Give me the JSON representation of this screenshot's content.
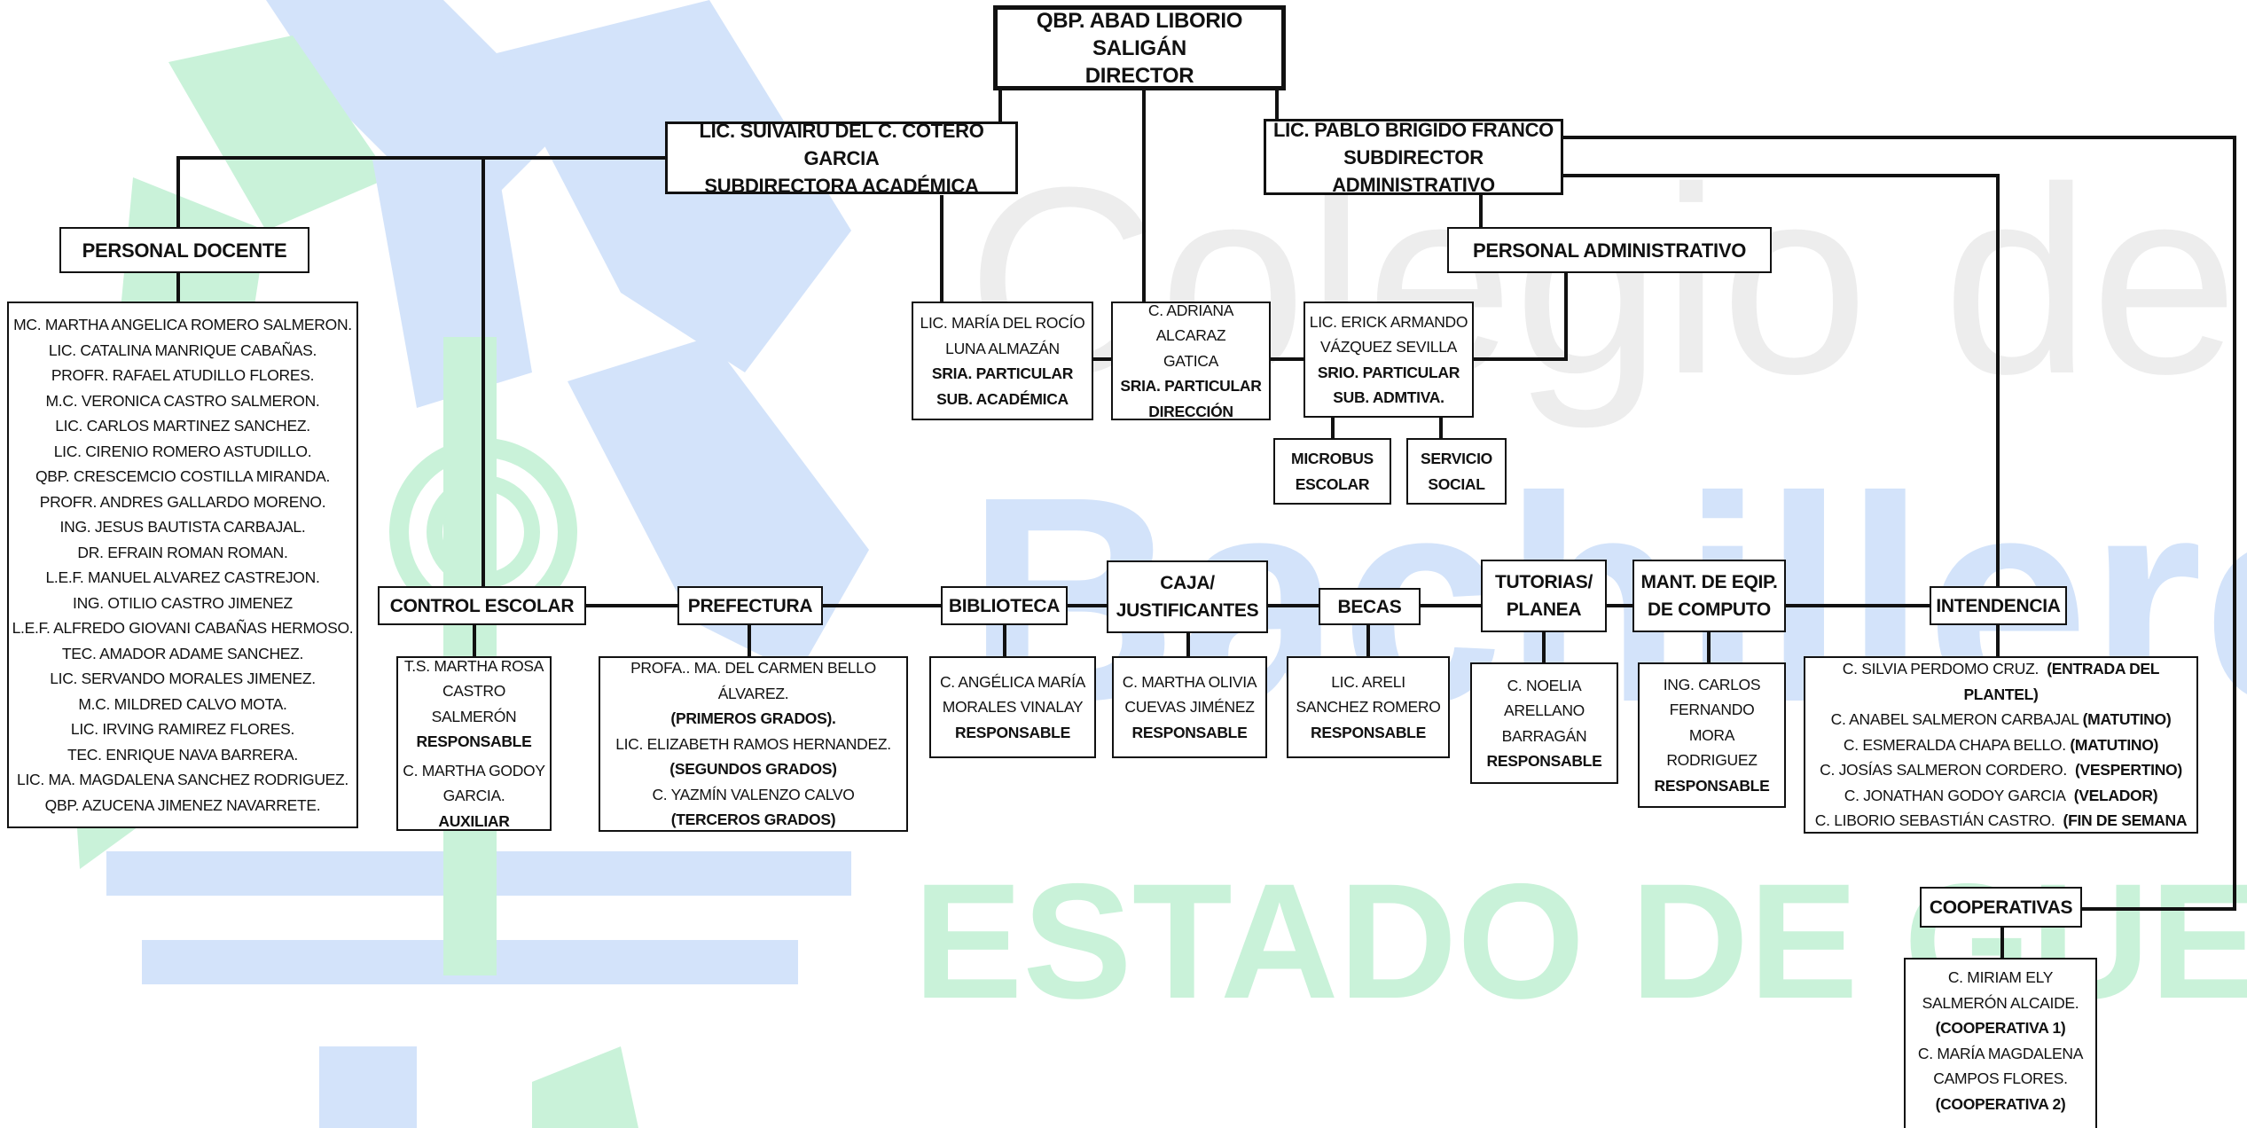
{
  "watermark": {
    "line1": "Colegio de",
    "line2": "Bachilleres",
    "line3": "ESTADO DE GUERRERO",
    "colors": {
      "green": "#c9f2d9",
      "blue": "#d3e3fa",
      "grey": "#ededed"
    }
  },
  "director": {
    "name": "QBP. ABAD LIBORIO SALIGÁN",
    "title": "DIRECTOR"
  },
  "sub_academica": {
    "name": "LIC. SUIVAIRU DEL C. COTERO GARCIA",
    "title": "SUBDIRECTORA ACADÉMICA"
  },
  "sub_administrativo": {
    "name": "LIC. PABLO BRIGIDO FRANCO",
    "title": "SUBDIRECTOR ADMINISTRATIVO"
  },
  "personal_docente": {
    "title": "PERSONAL DOCENTE",
    "members": [
      "MC. MARTHA ANGELICA ROMERO SALMERON.",
      "LIC. CATALINA MANRIQUE CABAÑAS.",
      "PROFR. RAFAEL ATUDILLO FLORES.",
      "M.C. VERONICA CASTRO SALMERON.",
      "LIC. CARLOS MARTINEZ SANCHEZ.",
      "LIC. CIRENIO ROMERO ASTUDILLO.",
      "QBP. CRESCEMCIO COSTILLA MIRANDA.",
      "PROFR. ANDRES GALLARDO MORENO.",
      "ING. JESUS BAUTISTA CARBAJAL.",
      "DR. EFRAIN ROMAN ROMAN.",
      "L.E.F. MANUEL ALVAREZ CASTREJON.",
      "ING. OTILIO CASTRO JIMENEZ",
      "L.E.F. ALFREDO GIOVANI CABAÑAS HERMOSO.",
      "TEC. AMADOR ADAME SANCHEZ.",
      "LIC. SERVANDO MORALES JIMENEZ.",
      "M.C. MILDRED CALVO MOTA.",
      "LIC. IRVING RAMIREZ FLORES.",
      "TEC. ENRIQUE NAVA BARRERA.",
      "LIC. MA. MAGDALENA SANCHEZ RODRIGUEZ.",
      "QBP. AZUCENA JIMENEZ NAVARRETE."
    ]
  },
  "personal_administrativo": {
    "title": "PERSONAL ADMINISTRATIVO"
  },
  "srias": [
    {
      "lines": [
        "LIC. MARÍA DEL ROCÍO",
        "LUNA ALMAZÁN"
      ],
      "role": [
        "SRIA. PARTICULAR",
        "SUB. ACADÉMICA"
      ]
    },
    {
      "lines": [
        "C. ADRIANA ALCARAZ",
        "GATICA"
      ],
      "role": [
        "SRIA. PARTICULAR",
        "DIRECCIÓN"
      ]
    },
    {
      "lines": [
        "LIC. ERICK ARMANDO",
        "VÁZQUEZ SEVILLA"
      ],
      "role": [
        "SRIO. PARTICULAR",
        "SUB. ADMTIVA."
      ]
    }
  ],
  "microbus": [
    "MICROBUS",
    "ESCOLAR"
  ],
  "servicio": [
    "SERVICIO",
    "SOCIAL"
  ],
  "departments": {
    "control_escolar": {
      "title": "CONTROL ESCOLAR",
      "lines": [
        "T.S. MARTHA ROSA",
        "CASTRO SALMERÓN"
      ],
      "role": "RESPONSABLE",
      "lines2": [
        "C. MARTHA GODOY",
        "GARCIA."
      ],
      "role2": "AUXILIAR"
    },
    "prefectura": {
      "title": "PREFECTURA",
      "entries": [
        {
          "name": "PROFA.. MA. DEL CARMEN BELLO ÁLVAREZ.",
          "grade": "(PRIMEROS GRADOS)."
        },
        {
          "name": "LIC. ELIZABETH RAMOS HERNANDEZ.",
          "grade": "(SEGUNDOS GRADOS)"
        },
        {
          "name": "C. YAZMÍN VALENZO CALVO",
          "grade": "(TERCEROS GRADOS)"
        }
      ]
    },
    "biblioteca": {
      "title": "BIBLIOTECA",
      "lines": [
        "C. ANGÉLICA MARÍA",
        "MORALES VINALAY"
      ],
      "role": "RESPONSABLE"
    },
    "caja": {
      "title": [
        "CAJA/",
        "JUSTIFICANTES"
      ],
      "lines": [
        "C. MARTHA OLIVIA",
        "CUEVAS JIMÉNEZ"
      ],
      "role": "RESPONSABLE"
    },
    "becas": {
      "title": "BECAS",
      "lines": [
        "LIC. ARELI",
        "SANCHEZ ROMERO"
      ],
      "role": "RESPONSABLE"
    },
    "tutorias": {
      "title": [
        "TUTORIAS/",
        "PLANEA"
      ],
      "lines": [
        "C. NOELIA",
        "ARELLANO",
        "BARRAGÁN"
      ],
      "role": "RESPONSABLE"
    },
    "mantenimiento": {
      "title": [
        "MANT. DE EQIP.",
        "DE COMPUTO"
      ],
      "lines": [
        "ING. CARLOS",
        "FERNANDO",
        "MORA",
        "RODRIGUEZ"
      ],
      "role": "RESPONSABLE"
    },
    "intendencia": {
      "title": "INTENDENCIA",
      "entries": [
        {
          "name": "C. SILVIA PERDOMO CRUZ.",
          "shift": "(ENTRADA DEL PLANTEL)"
        },
        {
          "name": "C. ANABEL SALMERON CARBAJAL",
          "shift": "(MATUTINO)"
        },
        {
          "name": "C. ESMERALDA CHAPA BELLO.",
          "shift": "(MATUTINO)"
        },
        {
          "name": "C. JOSÍAS SALMERON CORDERO.",
          "shift": "(VESPERTINO)"
        },
        {
          "name": "C. JONATHAN GODOY GARCIA",
          "shift": "(VELADOR)"
        },
        {
          "name": "C. LIBORIO SEBASTIÁN CASTRO.",
          "shift": "(FIN DE SEMANA"
        }
      ]
    },
    "cooperativas": {
      "title": "COOPERATIVAS",
      "lines": [
        "C. MIRIAM ELY",
        "SALMERÓN ALCAIDE."
      ],
      "role": "(COOPERATIVA 1)",
      "lines2": [
        "C. MARÍA MAGDALENA",
        "CAMPOS FLORES."
      ],
      "role2": "(COOPERATIVA 2)"
    }
  }
}
